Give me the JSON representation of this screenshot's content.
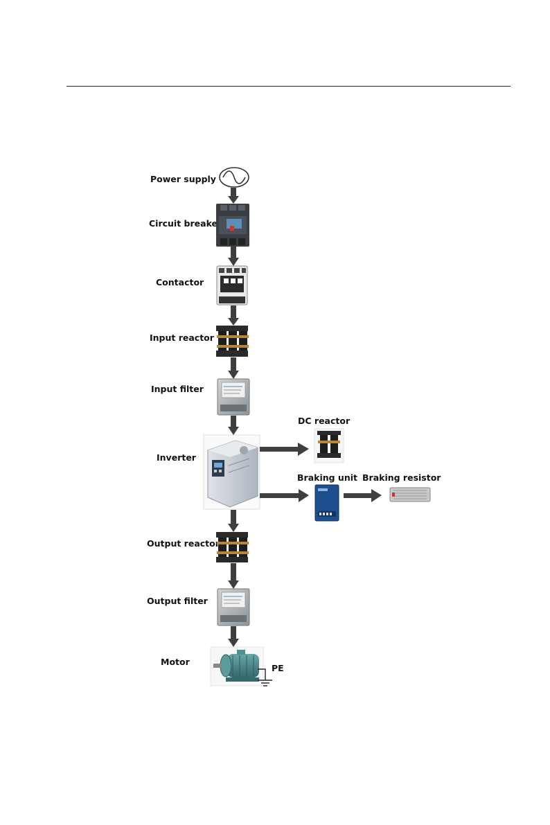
{
  "labels": {
    "power_supply": "Power supply",
    "circuit_breaker": "Circuit breaker",
    "contactor": "Contactor",
    "input_reactor": "Input reactor",
    "input_filter": "Input filter",
    "inverter": "Inverter",
    "dc_reactor": "DC reactor",
    "braking_unit": "Braking unit",
    "braking_resistor": "Braking resistor",
    "output_reactor": "Output reactor",
    "output_filter": "Output filter",
    "motor": "Motor",
    "pe": "PE"
  },
  "colors": {
    "arrow": "#3f3f3f",
    "rule": "#222222",
    "inverter_body": "#c9ced6",
    "unit_blue": "#1d4f8f",
    "motor_teal": "#4f8f92",
    "reactor_dark": "#1e1e1e",
    "copper": "#b8863b"
  }
}
